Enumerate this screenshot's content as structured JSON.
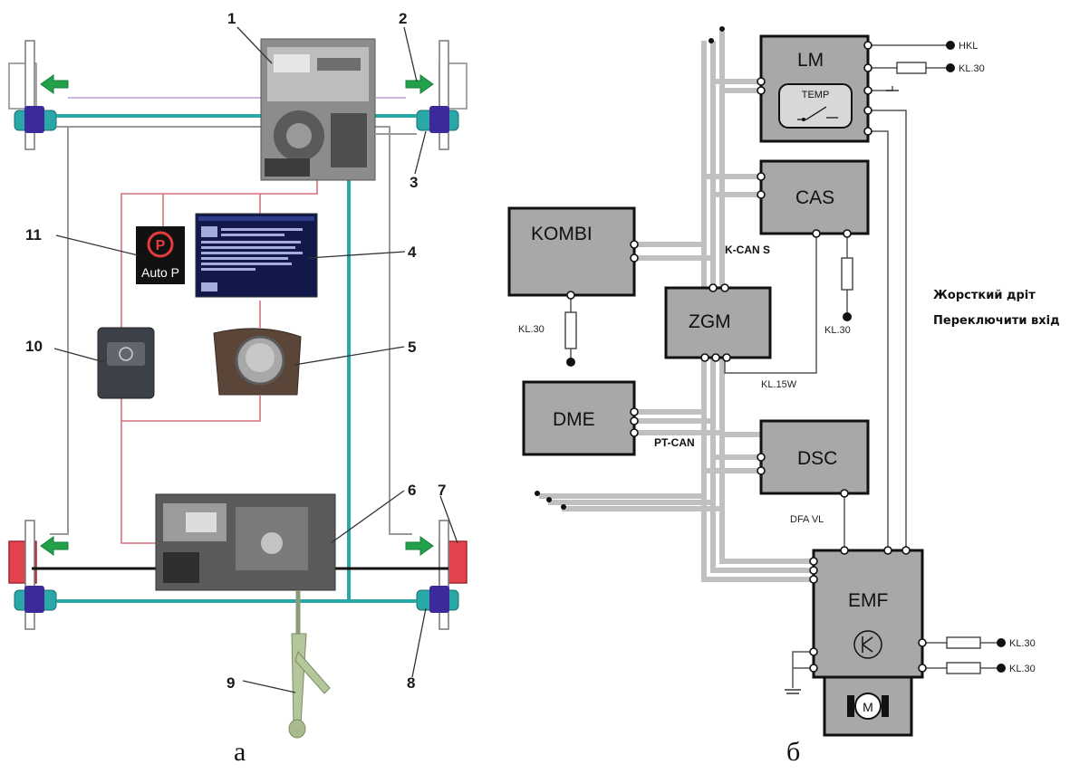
{
  "panel_a": {
    "callouts": {
      "n1": "1",
      "n2": "2",
      "n3": "3",
      "n4": "4",
      "n5": "5",
      "n6": "6",
      "n7": "7",
      "n8": "8",
      "n9": "9",
      "n10": "10",
      "n11": "11"
    },
    "indicator_text": "Auto P",
    "caption": "а"
  },
  "panel_b": {
    "boxes": {
      "lm": "LM",
      "temp": "TEMP",
      "cas": "CAS",
      "kombi": "KOMBI",
      "zgm": "ZGM",
      "dme": "DME",
      "dsc": "DSC",
      "emf": "EMF"
    },
    "terminals": {
      "hkl": "HKL",
      "kl30_lm": "KL.30",
      "kl30_kombi": "KL.30",
      "kl30_cas": "KL.30",
      "kl15w": "KL.15W",
      "dfa_vl": "DFA VL",
      "kl30_emf1": "KL.30",
      "kl30_emf2": "KL.30"
    },
    "bus": {
      "kcan": "K-CAN S",
      "ptcan": "PT-CAN"
    },
    "motor": "M",
    "legend": {
      "hard_wire": "Жорсткий дріт",
      "switch_input": "Переключити вхід"
    },
    "caption": "б"
  }
}
